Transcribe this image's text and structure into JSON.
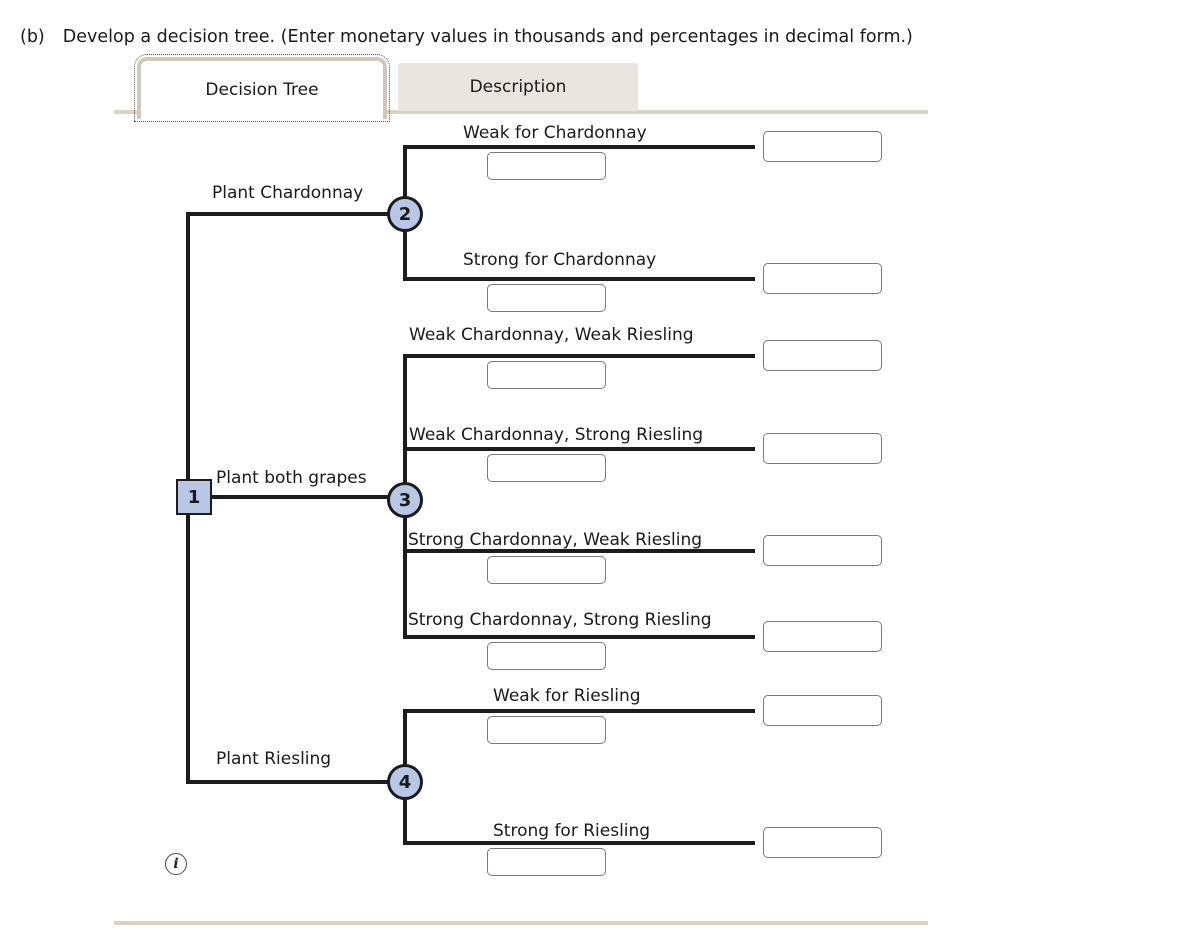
{
  "header": {
    "part_label": "(b)",
    "instruction": "Develop a decision tree. (Enter monetary values in thousands and percentages in decimal form.)"
  },
  "tabs": {
    "decision_tree": "Decision Tree",
    "description": "Description"
  },
  "tree": {
    "nodes": [
      {
        "id": "1",
        "type": "decision-square"
      },
      {
        "id": "2",
        "type": "chance-circle"
      },
      {
        "id": "3",
        "type": "chance-circle"
      },
      {
        "id": "4",
        "type": "chance-circle"
      }
    ],
    "decision_branches": [
      {
        "label": "Plant Chardonnay",
        "to_node": "2"
      },
      {
        "label": "Plant both grapes",
        "to_node": "3"
      },
      {
        "label": "Plant Riesling",
        "to_node": "4"
      }
    ],
    "outcome_branches": [
      {
        "from_node": "2",
        "label": "Weak for Chardonnay",
        "probability_value": "",
        "payoff_value": ""
      },
      {
        "from_node": "2",
        "label": "Strong for Chardonnay",
        "probability_value": "",
        "payoff_value": ""
      },
      {
        "from_node": "3",
        "label": "Weak Chardonnay, Weak Riesling",
        "probability_value": "",
        "payoff_value": ""
      },
      {
        "from_node": "3",
        "label": "Weak Chardonnay, Strong Riesling",
        "probability_value": "",
        "payoff_value": ""
      },
      {
        "from_node": "3",
        "label": "Strong Chardonnay, Weak Riesling",
        "probability_value": "",
        "payoff_value": ""
      },
      {
        "from_node": "3",
        "label": "Strong Chardonnay, Strong Riesling",
        "probability_value": "",
        "payoff_value": ""
      },
      {
        "from_node": "4",
        "label": "Weak for Riesling",
        "probability_value": "",
        "payoff_value": ""
      },
      {
        "from_node": "4",
        "label": "Strong for Riesling",
        "probability_value": "",
        "payoff_value": ""
      }
    ]
  },
  "icons": {
    "info": "i"
  },
  "colors": {
    "node_fill": "#b8c7e6",
    "node_border": "#1c1c1c",
    "line": "#1c1c1c",
    "tab_inactive_bg": "#e9e6e1",
    "tab_border": "#cdc9bd",
    "rule": "#d6d2c6"
  }
}
